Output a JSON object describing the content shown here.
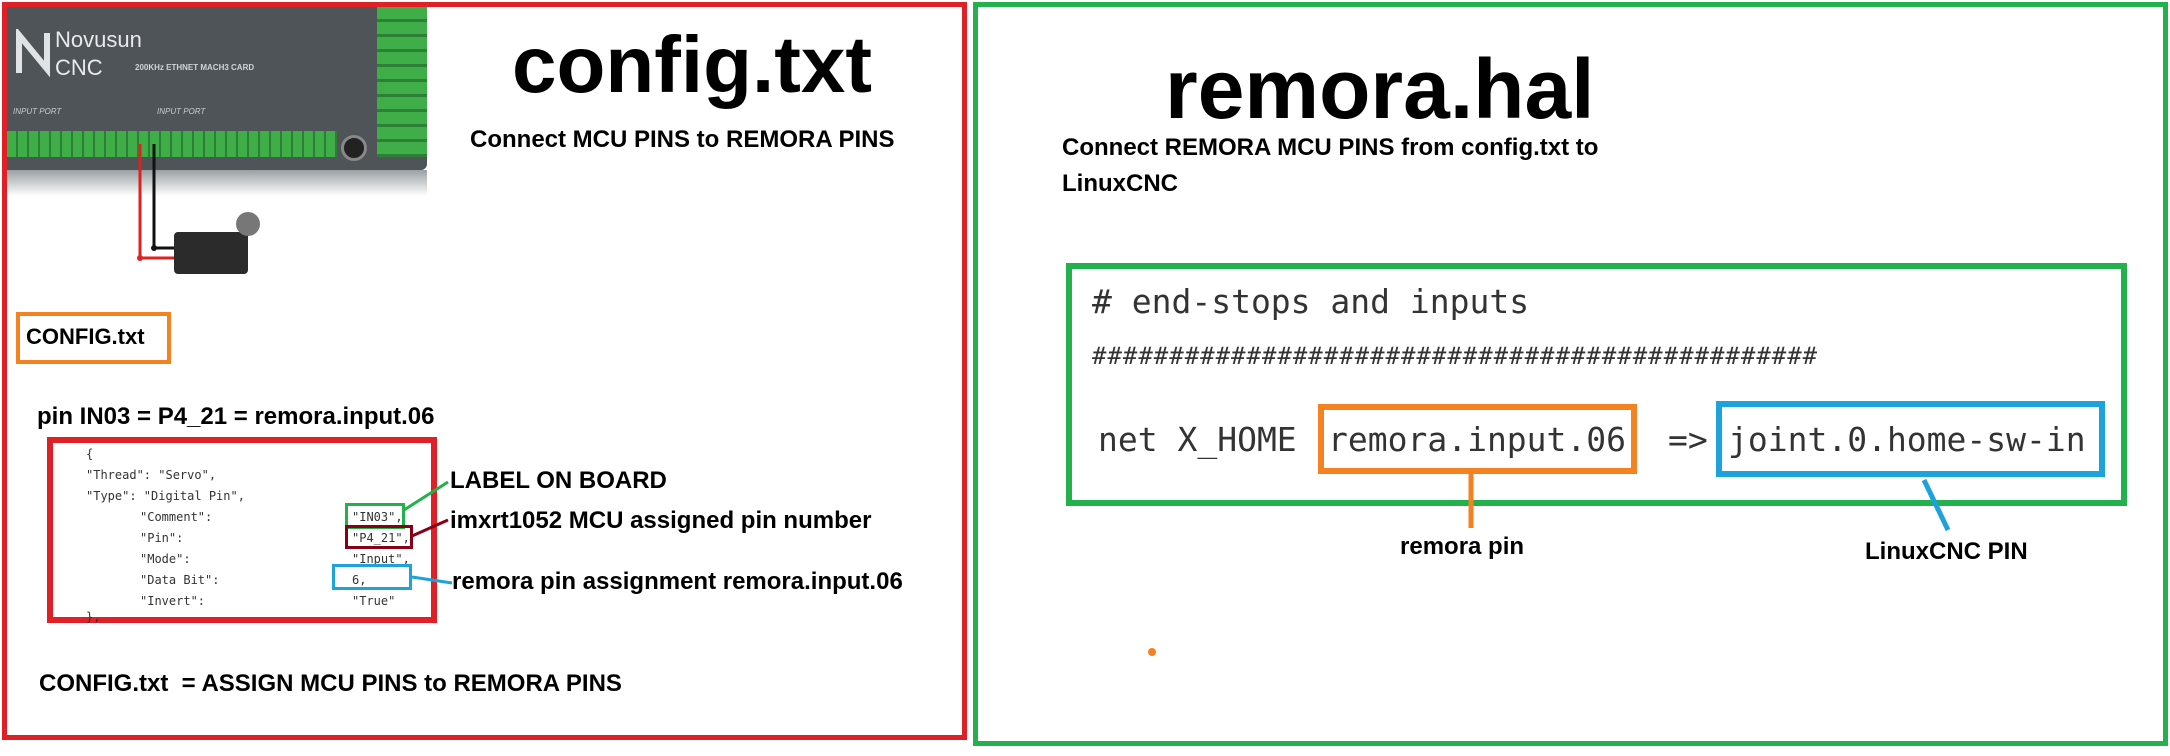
{
  "colors": {
    "left_frame": "#e02027",
    "right_frame": "#22b14c",
    "orange": "#f58220",
    "blue": "#1ea2dc",
    "green": "#22b14c",
    "dark_red": "#880015"
  },
  "left": {
    "title": "config.txt",
    "subtitle": "Connect MCU PINS to REMORA PINS",
    "board": {
      "brand_line1": "Novusun",
      "brand_line2": "CNC",
      "card_text": "200KHz ETHNET MACH3 CARD",
      "port_left": "INPUT PORT",
      "port_mid": "INPUT PORT"
    },
    "config_label": "CONFIG.txt",
    "pin_mapping": "pin IN03 = P4_21 = remora.input.06",
    "code": {
      "open_brace": "{",
      "thread": "\"Thread\": \"Servo\",",
      "type": "\"Type\": \"Digital Pin\",",
      "comment_key": "\"Comment\":",
      "comment_val": "\"IN03\",",
      "pin_key": "\"Pin\":",
      "pin_val": "\"P4_21\",",
      "mode_key": "\"Mode\":",
      "mode_val": "\"Input\",",
      "databit_key": "\"Data Bit\":",
      "databit_val": "6,",
      "invert_key": "\"Invert\":",
      "invert_val": "\"True\"",
      "close_brace": "},"
    },
    "annotations": {
      "label_on_board": "LABEL ON BOARD",
      "mcu_pin": "imxrt1052 MCU assigned pin number",
      "remora_pin": "remora pin assignment remora.input.06"
    },
    "footer": "CONFIG.txt  = ASSIGN MCU PINS to REMORA PINS"
  },
  "right": {
    "title": "remora.hal",
    "subtitle_line1": "Connect REMORA MCU PINS from config.txt to",
    "subtitle_line2": "LinuxCNC",
    "hal": {
      "comment": "# end-stops and inputs",
      "hashes": "###############################################",
      "net": "net X_HOME",
      "remora_pin": "remora.input.06",
      "arrow": "=>",
      "linuxcnc_pin": "joint.0.home-sw-in"
    },
    "labels": {
      "remora_pin": "remora pin",
      "linuxcnc_pin": "LinuxCNC PIN"
    }
  }
}
